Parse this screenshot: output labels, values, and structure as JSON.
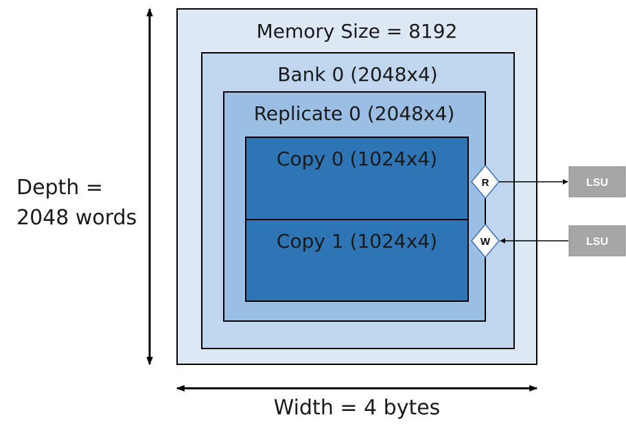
{
  "memory": {
    "title": "Memory Size = 8192",
    "bank": {
      "title": "Bank 0 (2048x4)",
      "replicate": {
        "title": "Replicate 0 (2048x4)",
        "copies": [
          {
            "title": "Copy 0 (1024x4)"
          },
          {
            "title": "Copy 1 (1024x4)"
          }
        ]
      }
    }
  },
  "ports": {
    "read": {
      "letter": "R",
      "target": "LSU"
    },
    "write": {
      "letter": "W",
      "target": "LSU"
    }
  },
  "dimensions": {
    "depth_line1": "Depth =",
    "depth_line2": "2048 words",
    "width": "Width = 4 bytes"
  },
  "colors": {
    "memory_fill": "#dde8f5",
    "bank_fill": "#bfd6ee",
    "replicate_fill": "#9bbfe4",
    "copy_fill": "#2e75b6",
    "lsu_fill": "#a6a6a6",
    "port_stroke": "#3a6fc0"
  }
}
